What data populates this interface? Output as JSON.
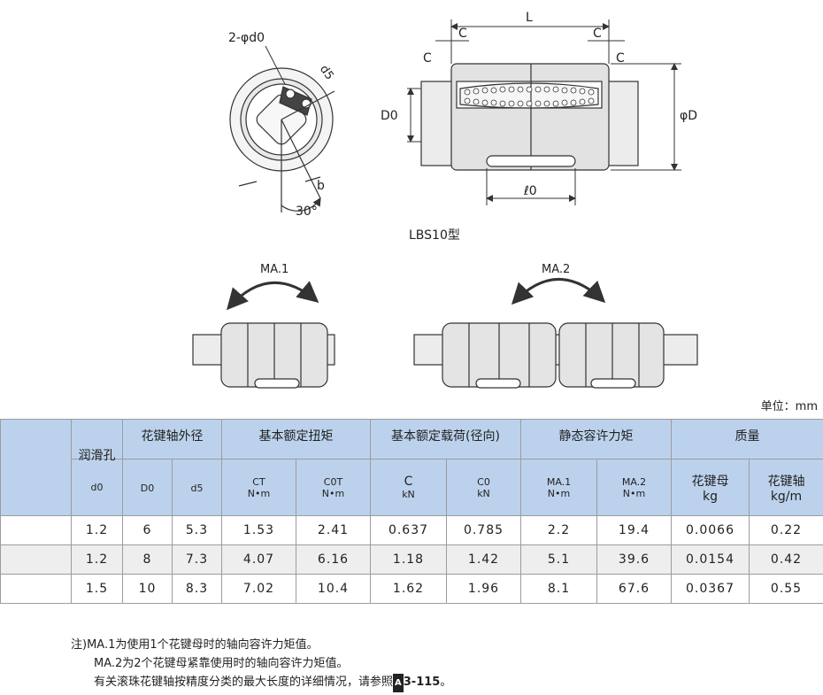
{
  "drawing": {
    "model_label": "LBS10型",
    "dims": {
      "two_d0": "2-φd0",
      "d5": "d5",
      "b": "b",
      "angle": "30°",
      "L": "L",
      "C": "C",
      "D0": "D0",
      "phiD": "φD",
      "l0": "ℓ0"
    },
    "moment_1": "MA.1",
    "moment_2": "MA.2"
  },
  "unit_label": "单位：mm",
  "table": {
    "group_headers": {
      "spline_od": "花键轴外径",
      "rated_torque": "基本额定扭矩",
      "rated_load": "基本额定载荷(径向)",
      "static_moment": "静态容许力矩",
      "mass": "质量"
    },
    "lube_hole": "润滑孔",
    "columns": [
      {
        "sym": "d0",
        "unit": ""
      },
      {
        "sym": "D0",
        "unit": ""
      },
      {
        "sym": "d5",
        "unit": ""
      },
      {
        "sym": "CT",
        "unit": "N•m"
      },
      {
        "sym": "C0T",
        "unit": "N•m"
      },
      {
        "sym": "C",
        "unit": "kN"
      },
      {
        "sym": "C0",
        "unit": "kN"
      },
      {
        "sym": "MA.1",
        "unit": "N•m"
      },
      {
        "sym": "MA.2",
        "unit": "N•m"
      },
      {
        "sym": "花键母",
        "unit": "kg"
      },
      {
        "sym": "花键轴",
        "unit": "kg/m"
      }
    ],
    "rows": [
      [
        "1.2",
        "6",
        "5.3",
        "1.53",
        "2.41",
        "0.637",
        "0.785",
        "2.2",
        "19.4",
        "0.0066",
        "0.22"
      ],
      [
        "1.2",
        "8",
        "7.3",
        "4.07",
        "6.16",
        "1.18",
        "1.42",
        "5.1",
        "39.6",
        "0.0154",
        "0.42"
      ],
      [
        "1.5",
        "10",
        "8.3",
        "7.02",
        "10.4",
        "1.62",
        "1.96",
        "8.1",
        "67.6",
        "0.0367",
        "0.55"
      ]
    ]
  },
  "notes": {
    "line1": "注)MA.1为使用1个花键母时的轴向容许力矩值。",
    "line2": "MA.2为2个花键母紧靠使用时的轴向容许力矩值。",
    "line3": "有关滚珠花键轴按精度分类的最大长度的详细情况，请参照",
    "ref_box": "A",
    "ref_page": "3-115",
    "ref_end": "。"
  }
}
